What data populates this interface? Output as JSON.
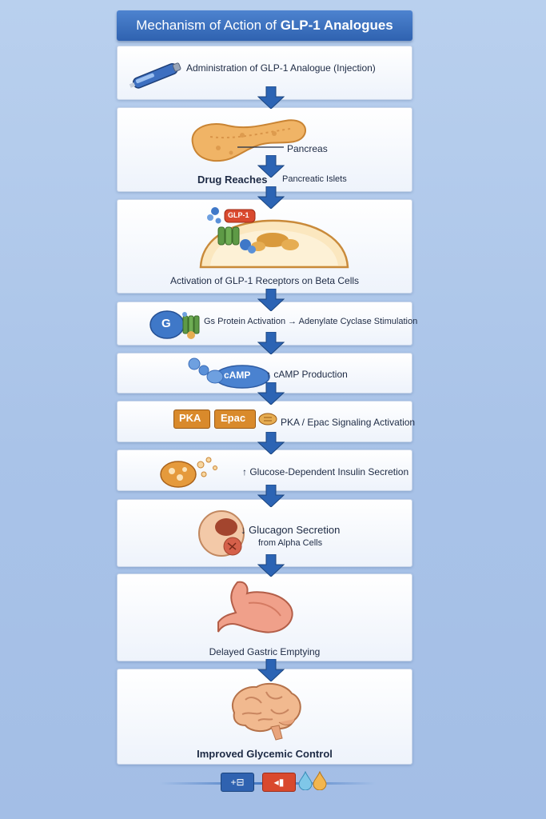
{
  "title": {
    "prefix": "Mechanism of Action of ",
    "highlight": "GLP-1 Analogues"
  },
  "steps": {
    "administration": {
      "label": "Administration of GLP-1 Analogue (Injection)"
    },
    "pancreas": {
      "organ_label": "Pancreas",
      "reach_label": "Drug Reaches",
      "islets_label": "Pancreatic Islets"
    },
    "receptor": {
      "receptor_tag": "GLP-1",
      "label": "Activation of GLP-1 Receptors on Beta Cells"
    },
    "gs": {
      "badge": "G",
      "label": "Gs Protein Activation → Adenylate Cyclase Stimulation"
    },
    "camp": {
      "badge": "cAMP",
      "label": "↑ cAMP Production"
    },
    "pka": {
      "pka_badge": "PKA",
      "epac_badge": "Epac",
      "label": "PKA / Epac Signaling Activation"
    },
    "insulin": {
      "label": "↑ Glucose-Dependent Insulin Secretion"
    },
    "glucagon": {
      "label_line1": "↓ Glucagon Secretion",
      "label_line2": "from Alpha Cells"
    },
    "gastric": {
      "label": "Delayed Gastric Emptying"
    },
    "glycemic": {
      "label": "Improved Glycemic Control"
    }
  },
  "footer": {
    "pen_glyph": "+⊟",
    "vial_glyph": "◂▮"
  },
  "colors": {
    "title_blue": "#2f62b0",
    "arrow_blue": "#2c64b4",
    "pka_orange": "#d98a2b",
    "receptor_red": "#d9492e",
    "receptor_green": "#5e9a46",
    "camp_blue": "#4a82d0"
  }
}
